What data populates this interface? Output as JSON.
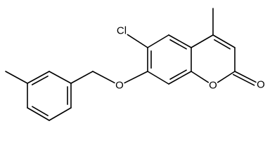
{
  "molecule": {
    "atoms": [
      {
        "id": "cl",
        "label": "Cl",
        "name": "atom-label-cl"
      },
      {
        "id": "o_ether",
        "label": "O",
        "name": "atom-label-ether-oxygen"
      },
      {
        "id": "o_ring",
        "label": "O",
        "name": "atom-label-ring-oxygen"
      },
      {
        "id": "o_carbonyl",
        "label": "O",
        "name": "atom-label-carbonyl-oxygen"
      }
    ],
    "colors": {
      "bond": "#000000",
      "text": "#000000",
      "background": "#ffffff"
    }
  }
}
